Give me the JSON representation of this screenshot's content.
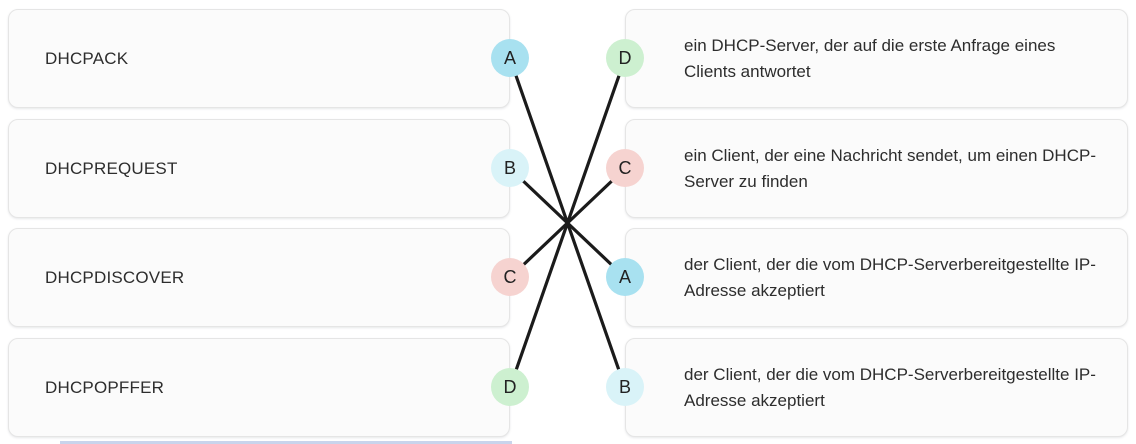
{
  "exercise": {
    "left_items": [
      {
        "letter": "A",
        "label": "DHCPACK"
      },
      {
        "letter": "B",
        "label": "DHCPREQUEST"
      },
      {
        "letter": "C",
        "label": "DHCPDISCOVER"
      },
      {
        "letter": "D",
        "label": "DHCPOPFFER"
      }
    ],
    "right_items": [
      {
        "letter": "D",
        "text": "ein DHCP-Server, der auf die erste Anfrage eines Clients antwortet"
      },
      {
        "letter": "C",
        "text": "ein Client, der eine Nachricht sendet, um einen DHCP-Server zu finden"
      },
      {
        "letter": "A",
        "text": "der Client, der die vom DHCP-Serverbereitgestellte IP-Adresse akzeptiert"
      },
      {
        "letter": "B",
        "text": "der Client, der die vom DHCP-Serverbereitgestellte IP-Adresse akzeptiert"
      }
    ],
    "connections": [
      {
        "left_row": 0,
        "right_row": 3
      },
      {
        "left_row": 1,
        "right_row": 2
      },
      {
        "left_row": 2,
        "right_row": 1
      },
      {
        "left_row": 3,
        "right_row": 0
      }
    ],
    "letter_colors": {
      "A": "#a8e1f0",
      "B": "#d9f3f8",
      "C": "#f6d3d0",
      "D": "#cdf0d0"
    },
    "line_color": "#1b1b1b",
    "bottom_bar_color": "#c9d4ec"
  }
}
